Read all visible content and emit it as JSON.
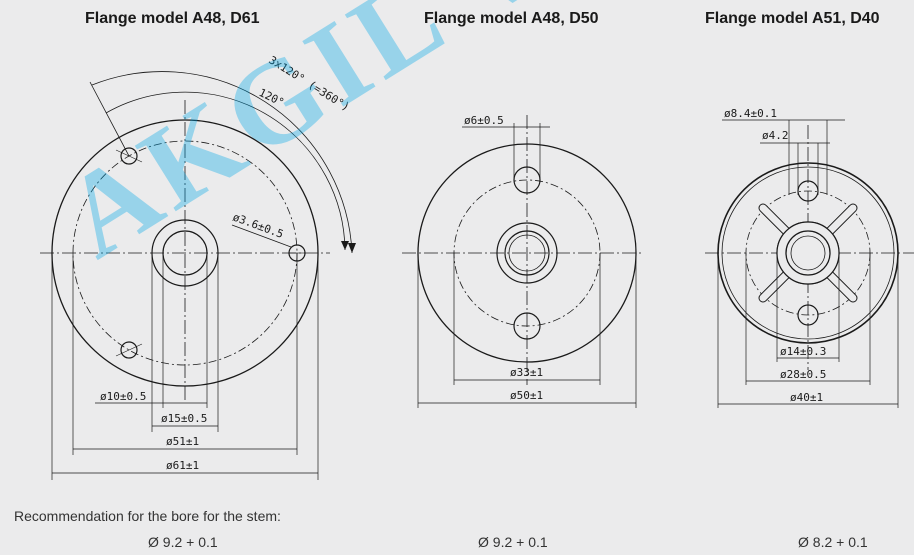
{
  "titles": {
    "a48_d61": "Flange model A48, D61",
    "a48_d50": "Flange model A48, D50",
    "a51_d40": "Flange model A51, D40"
  },
  "dims": {
    "d61": {
      "angle_total": "3x120° (=360°)",
      "angle": "120°",
      "hole": "ø3.6±0.5",
      "bore": "ø10±0.5",
      "hub": "ø15±0.5",
      "pitch": "ø51±1",
      "outer": "ø61±1"
    },
    "d50": {
      "hole": "ø6±0.5",
      "pitch": "ø33±1",
      "outer": "ø50±1"
    },
    "d40": {
      "slot": "ø8.4±0.1",
      "inner": "ø4.2",
      "hub": "ø14±0.3",
      "pitch": "ø28±0.5",
      "outer": "ø40±1"
    }
  },
  "recommendation": {
    "label": "Recommendation for the bore for the stem:",
    "values": [
      "Ø 9.2 + 0.1",
      "Ø 9.2 + 0.1",
      "Ø 8.2 + 0.1"
    ]
  },
  "watermark": "AKGIL VIET NAM",
  "colors": {
    "watermark": "#00a8e8",
    "line": "#1a1a1a"
  }
}
